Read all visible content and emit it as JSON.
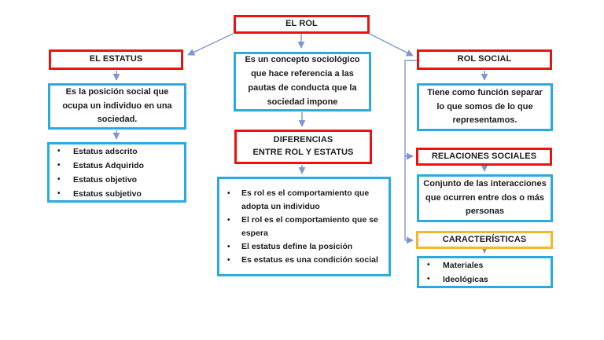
{
  "diagram": {
    "root": {
      "label": "EL ROL"
    },
    "left": {
      "heading": "EL ESTATUS",
      "description": "Es la posición social que ocupa un individuo en una sociedad.",
      "items": [
        "Estatus adscrito",
        "Estatus Adquirido",
        "Estatus objetivo",
        "Estatus subjetivo"
      ]
    },
    "center": {
      "description": "Es un concepto sociológico que hace referencia a las pautas de conducta que la sociedad impone",
      "heading_line1": "DIFERENCIAS",
      "heading_line2": "ENTRE ROL Y ESTATUS",
      "items": [
        "Es rol es el comportamiento que adopta un individuo",
        "El rol es el comportamiento que se espera",
        "El estatus define la posición",
        "Es estatus es una condición social"
      ]
    },
    "right": {
      "heading1": "ROL SOCIAL",
      "description1": "Tiene como función separar lo que somos de lo que representamos.",
      "heading2": "RELACIONES SOCIALES",
      "description2": "Conjunto de las interacciones que ocurren entre dos o más personas",
      "heading3": "CARACTERÍSTICAS",
      "items": [
        "Materiales",
        "Ideológicas"
      ]
    }
  },
  "colors": {
    "heading_border": "#ed1111",
    "body_border": "#29abe2",
    "highlight_border": "#f5b62c",
    "connector": "#7d96d2",
    "text": "#1b1b1b",
    "canvas_bg": "#ffffff"
  }
}
